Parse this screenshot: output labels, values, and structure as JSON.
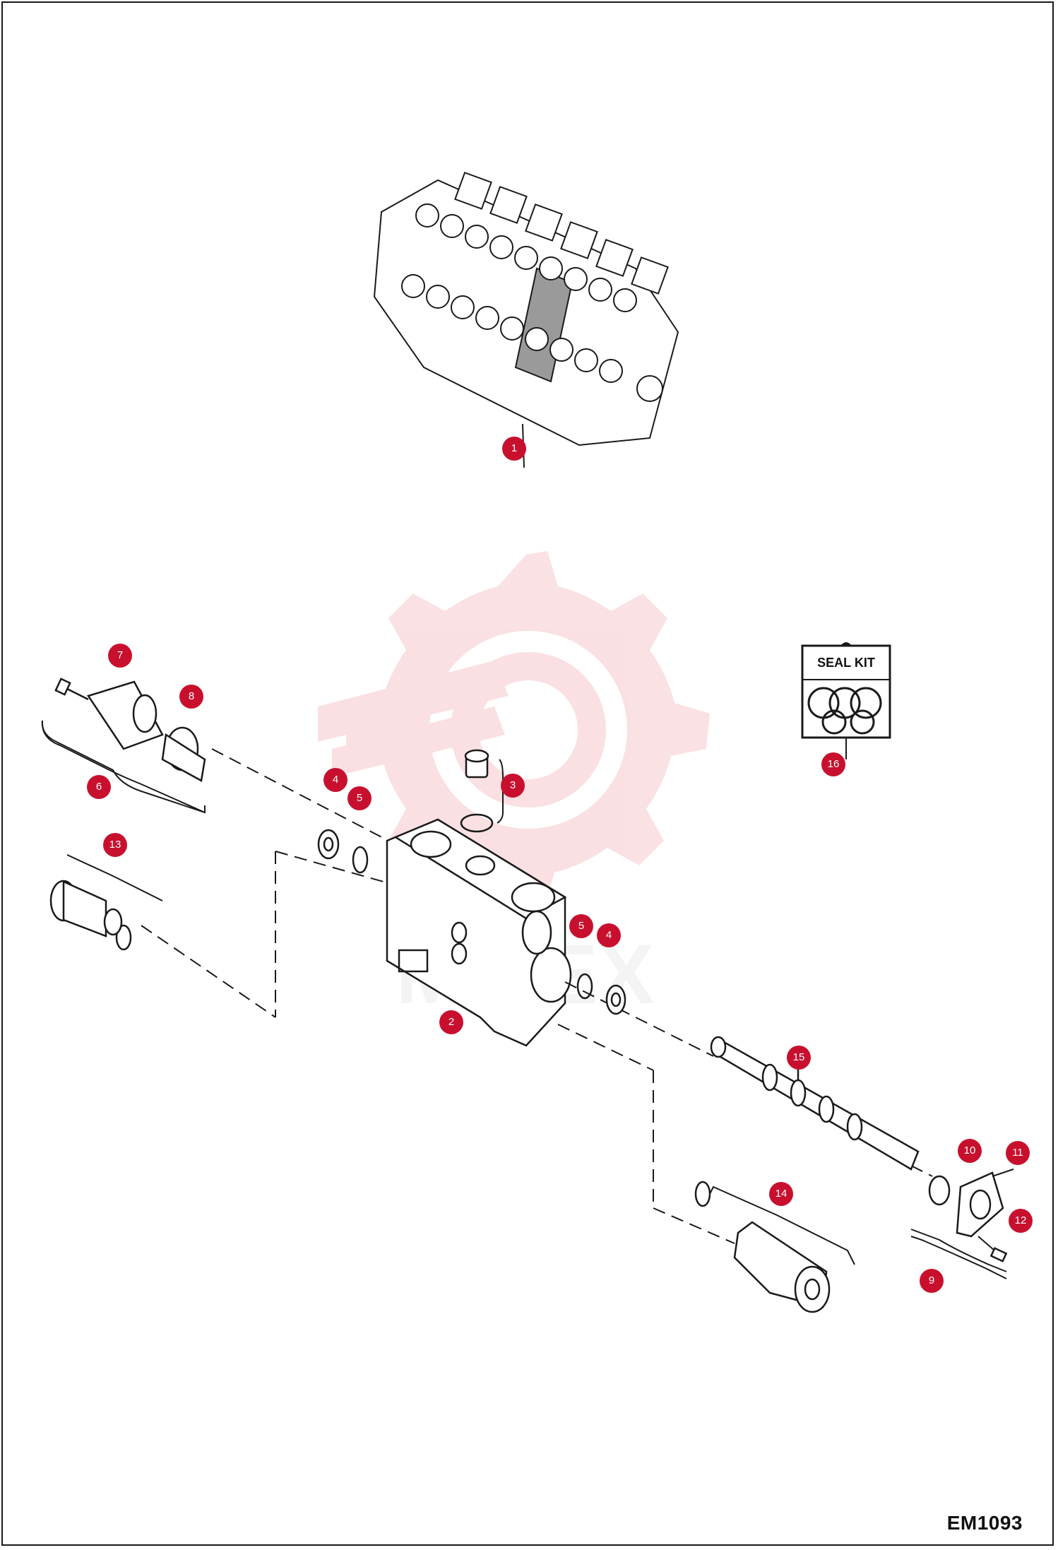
{
  "diagram": {
    "id_label": "EM1093",
    "accent_color": "#c8102e",
    "watermark_color": "#f6c8cc",
    "seal_kit_label": "SEAL KIT",
    "callouts": [
      {
        "id": "c1",
        "label": "1"
      },
      {
        "id": "c2",
        "label": "2"
      },
      {
        "id": "c3",
        "label": "3"
      },
      {
        "id": "c4a",
        "label": "4"
      },
      {
        "id": "c5a",
        "label": "5"
      },
      {
        "id": "c5b",
        "label": "5"
      },
      {
        "id": "c4b",
        "label": "4"
      },
      {
        "id": "c6",
        "label": "6"
      },
      {
        "id": "c7",
        "label": "7"
      },
      {
        "id": "c8",
        "label": "8"
      },
      {
        "id": "c9",
        "label": "9"
      },
      {
        "id": "c10",
        "label": "10"
      },
      {
        "id": "c11",
        "label": "11"
      },
      {
        "id": "c12",
        "label": "12"
      },
      {
        "id": "c13",
        "label": "13"
      },
      {
        "id": "c14",
        "label": "14"
      },
      {
        "id": "c15",
        "label": "15"
      },
      {
        "id": "c16",
        "label": "16"
      }
    ]
  }
}
